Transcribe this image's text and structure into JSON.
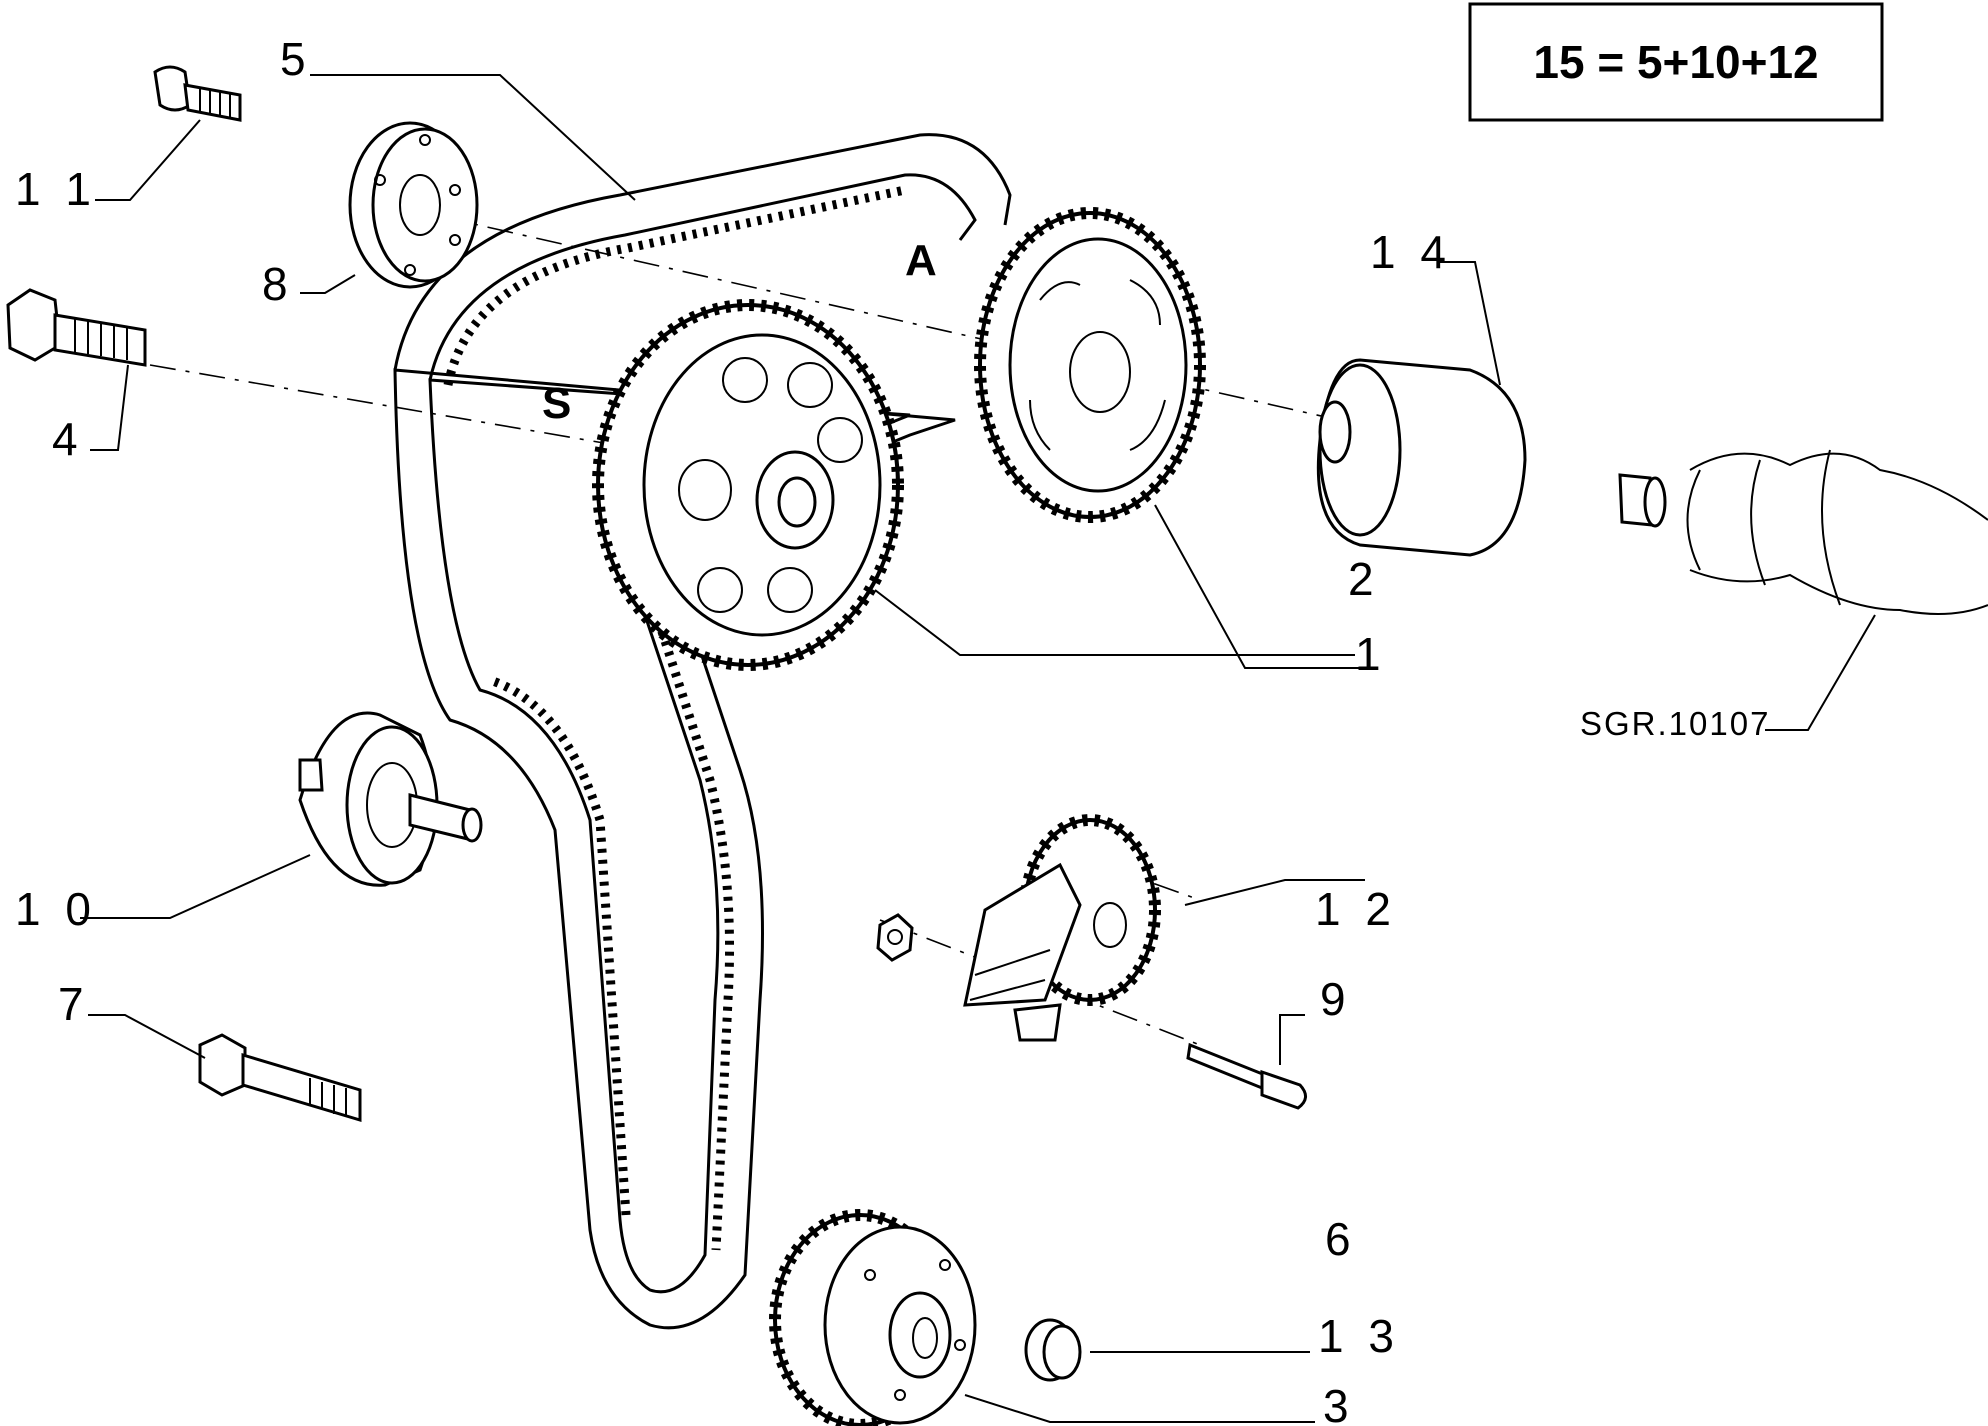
{
  "formula_box": {
    "text": "15 = 5+10+12"
  },
  "reference_code": "SGR.10107",
  "sections": {
    "a": "A",
    "s": "S"
  },
  "callouts": {
    "p1": "1",
    "p2": "2",
    "p3": "3",
    "p4": "4",
    "p5": "5",
    "p6": "6",
    "p7": "7",
    "p8": "8",
    "p9": "9",
    "p10": "1 0",
    "p11": "1 1",
    "p12": "1 2",
    "p13": "1 3",
    "p14": "1 4"
  }
}
